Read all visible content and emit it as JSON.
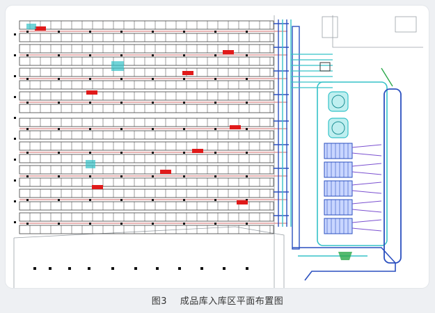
{
  "caption": {
    "figure_number": "图3",
    "title": "成品库入库区平面布置图"
  },
  "colors": {
    "background": "#eef0f3",
    "drawing": "#ffffff",
    "rack": "#3c3c3c",
    "aisle_rail": "#e09a9a",
    "conveyor_blue": "#2a4fbf",
    "conveyor_cyan": "#35c2c8",
    "stacker_red": "#e01a1a",
    "green_marker": "#2aa84a"
  },
  "drawing": {
    "upper_rack_rows": 4,
    "lower_rack_rows": 5,
    "stacker_cranes": 9,
    "cyan_equipment_blocks": 3,
    "sorting_stations": 5,
    "buffer_units": 2
  }
}
